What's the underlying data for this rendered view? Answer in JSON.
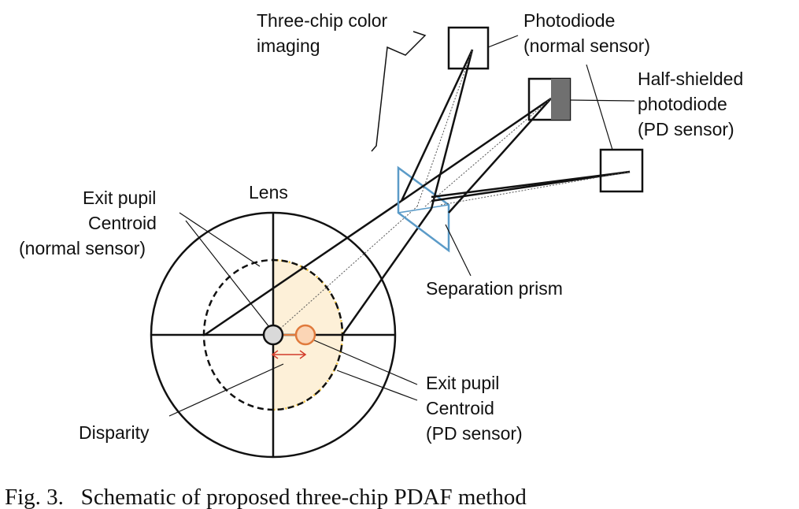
{
  "figure": {
    "labels": {
      "three_chip_line1": "Three-chip color",
      "three_chip_line2": "imaging",
      "photodiode_line1": "Photodiode",
      "photodiode_line2": "(normal sensor)",
      "half_shielded_line1": "Half-shielded",
      "half_shielded_line2": "photodiode",
      "half_shielded_line3": "(PD sensor)",
      "lens": "Lens",
      "exit_pupil_normal_line1": "Exit pupil",
      "exit_pupil_normal_line2": "Centroid",
      "exit_pupil_normal_line3": "(normal sensor)",
      "separation_prism": "Separation prism",
      "exit_pupil_pd_line1": "Exit pupil",
      "exit_pupil_pd_line2": "Centroid",
      "exit_pupil_pd_line3": "(PD sensor)",
      "disparity": "Disparity"
    },
    "caption": "Fig. 3.   Schematic of proposed three-chip PDAF method"
  },
  "colors": {
    "line": "#111111",
    "prism": "#5b9bc8",
    "half_pupil_fill": "#fdf0d8",
    "half_pupil_border": "#f2c23a",
    "pd_centroid": "#e07a3c",
    "pd_centroid_fill": "#fbd5b5",
    "normal_centroid_fill": "#d9d9d9",
    "disparity_arrow": "#d23b2a",
    "shield": "#707070"
  }
}
